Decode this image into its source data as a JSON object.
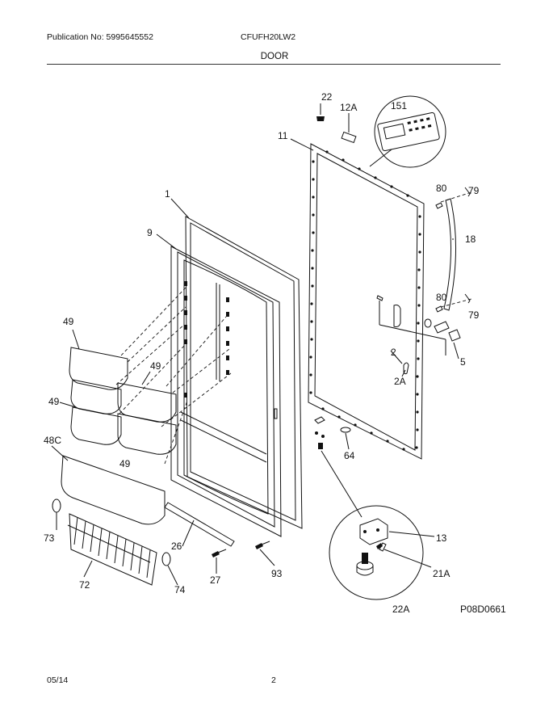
{
  "header": {
    "publication": "Publication No: 5995645552",
    "model": "CFUFH20LW2",
    "section_title": "DOOR"
  },
  "diagram_code": "P08D0661",
  "part_labels": {
    "p22": "22",
    "p12A": "12A",
    "p151": "151",
    "p11": "11",
    "p80a": "80",
    "p79a": "79",
    "p18": "18",
    "p80b": "80",
    "p79b": "79",
    "p5": "5",
    "p2": "2",
    "p2A": "2A",
    "p1": "1",
    "p9": "9",
    "p49a": "49",
    "p49b": "49",
    "p49c": "49",
    "p49d": "49",
    "p48C": "48C",
    "p64": "64",
    "p13": "13",
    "p21A": "21A",
    "p22A": "22A",
    "p73": "73",
    "p72": "72",
    "p26": "26",
    "p27": "27",
    "p74": "74",
    "p93": "93"
  },
  "footer": {
    "date": "05/14",
    "page": "2"
  }
}
